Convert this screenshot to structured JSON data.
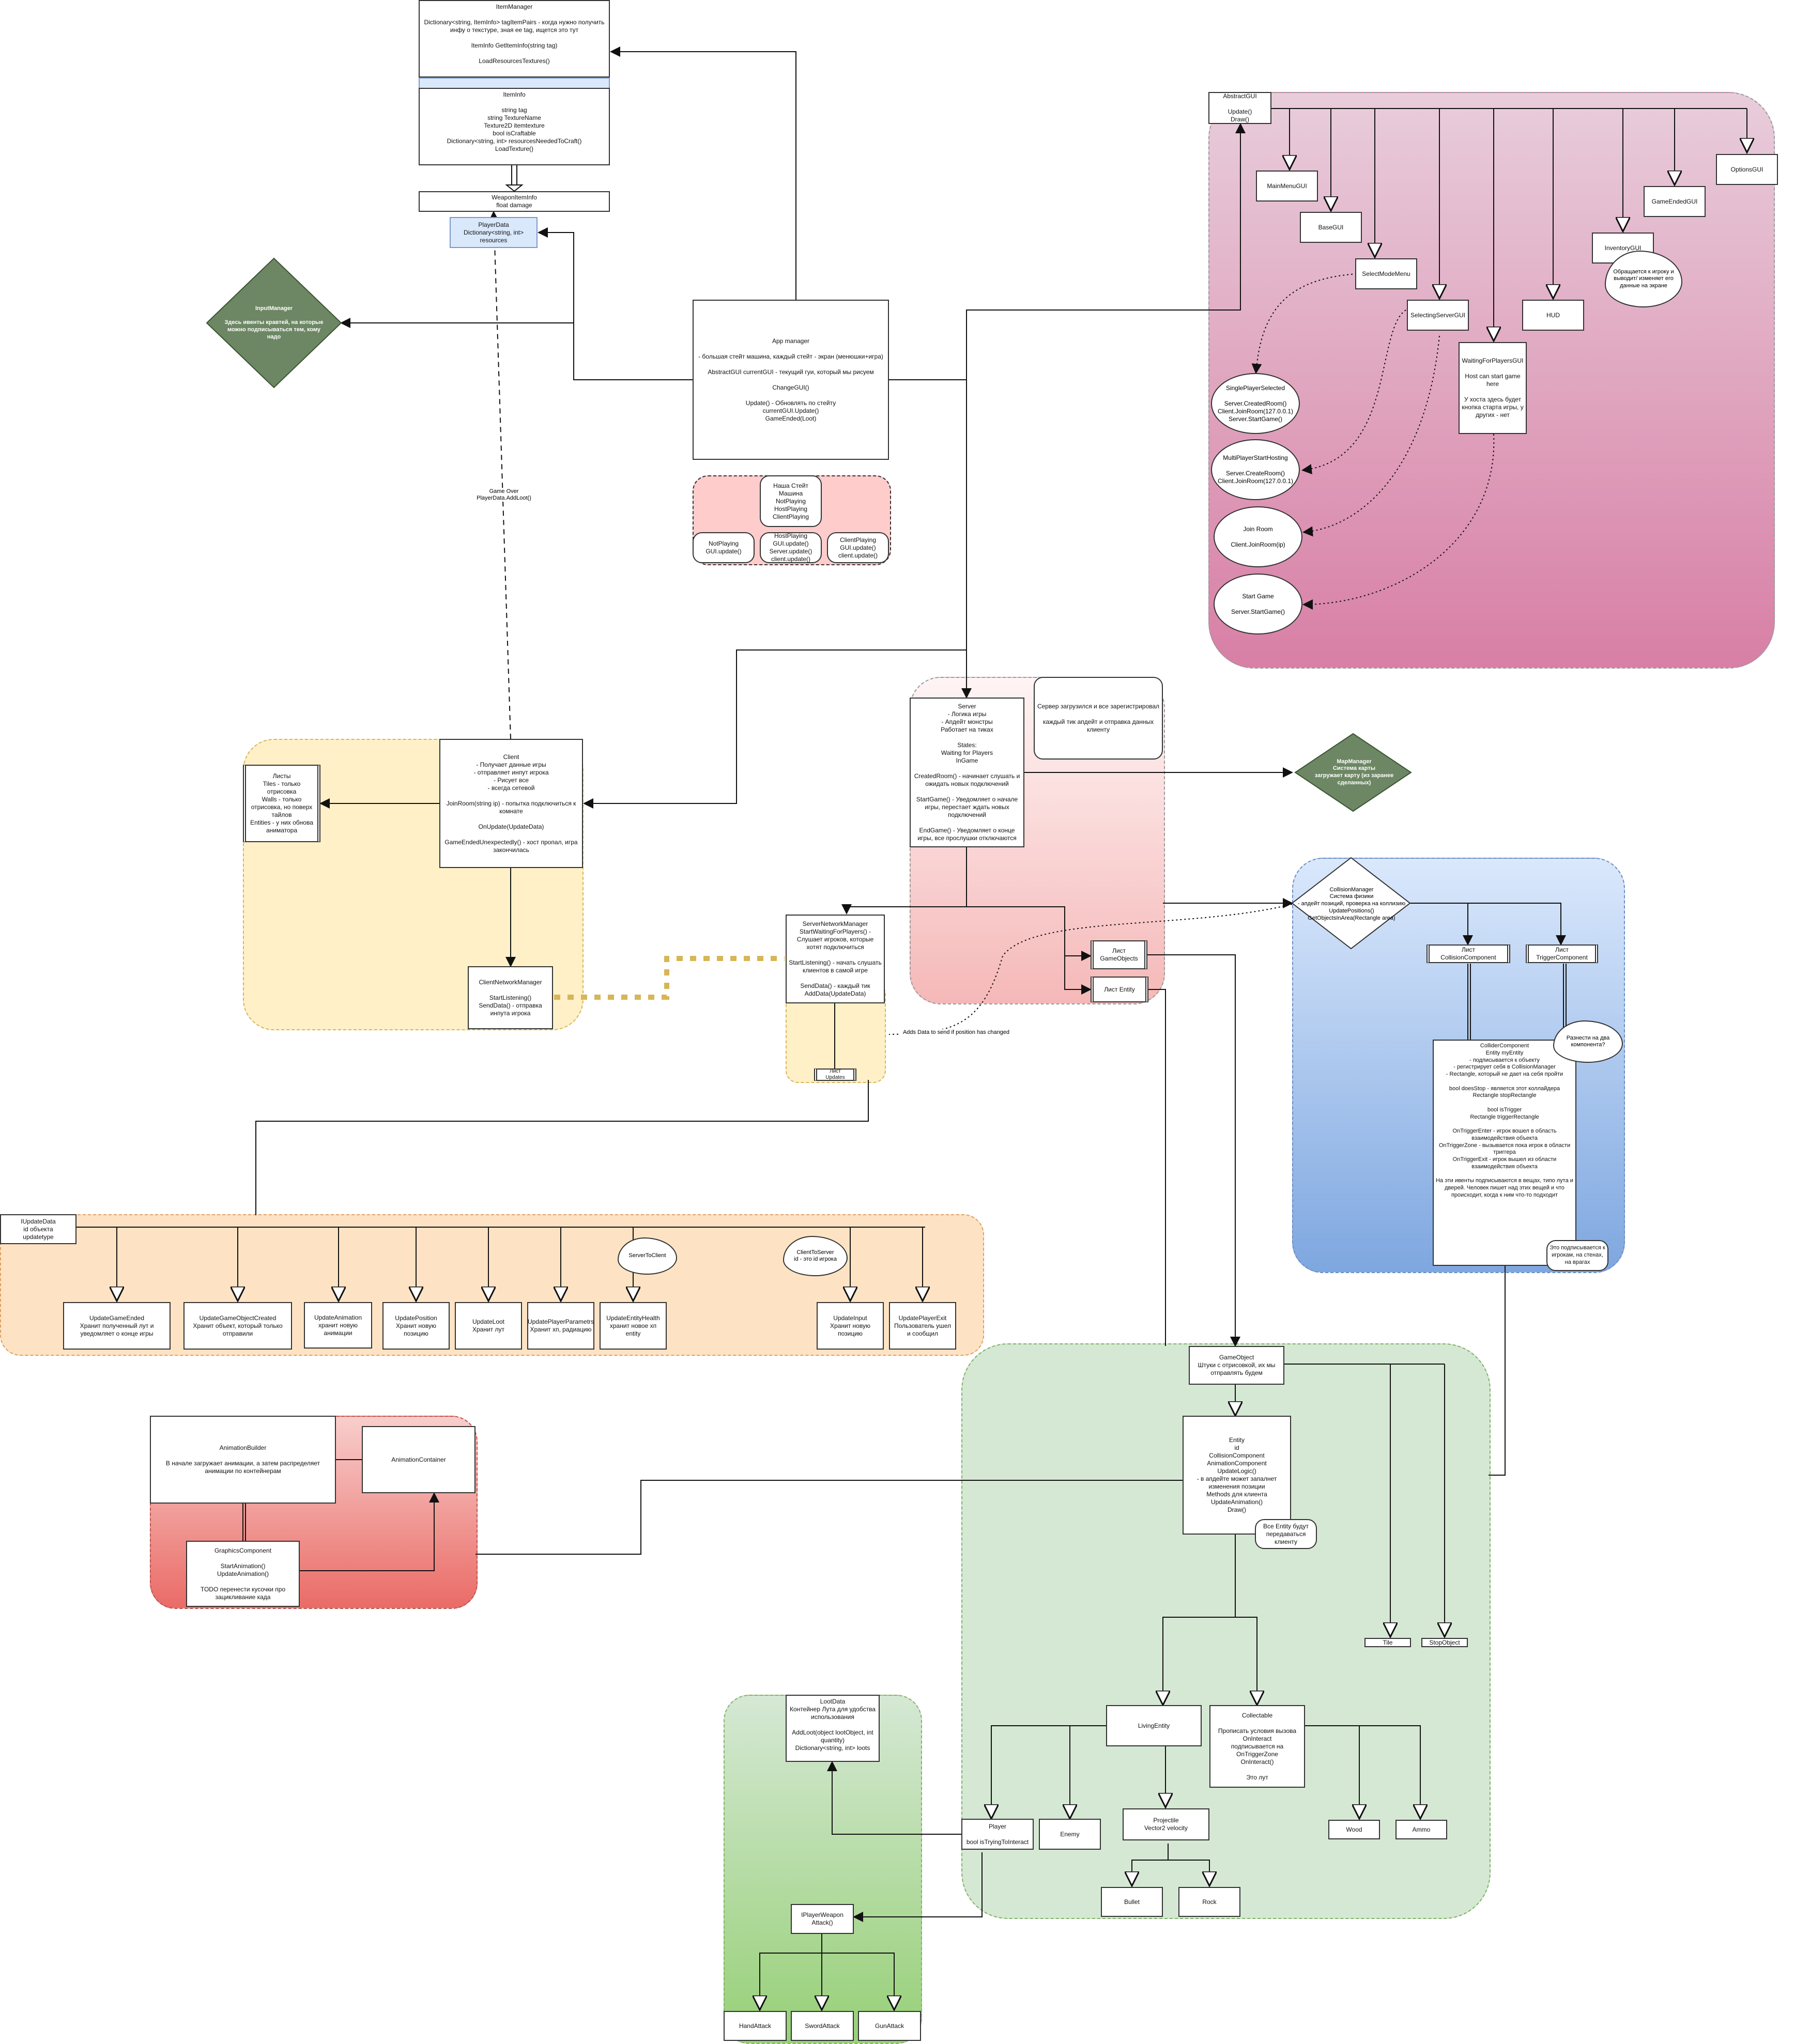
{
  "colors": {
    "gui_region": "#d87fa5",
    "server_region": "#f5b8b8",
    "client_region": "#fff0c8",
    "updates_region": "#fde3c4",
    "collision_region": "#7ea7e0",
    "entity_region": "#d5e8d4",
    "loot_region": "#97d077",
    "animation_region": "#ea6b66",
    "diamond_fill": "#6d8764",
    "blue_box": "#dae8fc",
    "state_fill": "#ffcccc",
    "dotted_link": "#d6b656"
  },
  "boxes": {
    "item_manager": "ItemManager\n\nDictionary<string, ItemInfo> tagItemPairs - когда нужно получить\nинфу о текстуре, зная ее tag, ищется это тут\n\nItemInfo GetItemInfo(string tag)\n\nLoadResourcesTextures()",
    "item_info": "ItemInfo\n\nstring tag\nstring TextureName\nTexture2D itemtexture\nbool isCraftable\nDictionary<string, int> resourcesNeededToCraft()\nLoadTexture()",
    "weapon_item_info": "WeaponItemInfo\nfloat damage",
    "player_data": "PlayerData\nDictionary<string, int>\nresources",
    "app_manager": "App manager\n\n- большая стейт машина, каждый стейт - экран (менюшки+игра)\n\nAbstractGUI currentGUI - текущий гуи, который мы рисуем\n\nChangeGUI()\n\nUpdate() - Обновлять по стейту\ncurrentGUI.Update()\nGameEnded(Loot)",
    "state_machine": "Наша Стейт Машина\nNotPlaying\nHostPlaying\nClientPlaying",
    "not_playing": "NotPlaying\nGUI.update()",
    "host_playing": "HostPlaying\nGUI.update()\nServer.update()\nclient.update()",
    "client_playing": "ClientPlaying\nGUI.update()\nclient.update()",
    "abstract_gui": "AbstractGUI\n\nUpdate()\nDraw()",
    "main_menu_gui": "MainMenuGUI",
    "base_gui": "BaseGUI",
    "select_mode_menu": "SelectModeMenu",
    "selecting_server_gui": "SelectingServerGUI",
    "waiting_for_players_gui": "WaitingForPlayersGUI\n\nHost can start game here\n\nУ хоста здесь будет кнопка старта игры, у других - нет",
    "hud": "HUD",
    "inventory_gui": "InventoryGUI",
    "game_ended_gui": "GameEndedGUI",
    "options_gui": "OptionsGUI",
    "server": "Server\n- Логика игры\n- Апдейт монстры\nРаботает на тиках\n\nStates:\nWaiting for Players\nInGame\n\nCreatedRoom() - начинает слушать и ожидать новых подключений\n\nStartGame() - Уведомляет о начале игры, перестает ждать новых подключений\n\nEndGame() - Уведомляет о конце игры, все прослушки отключаются",
    "server_note": "Сервер загрузился и все зарегистрировал\n\nкаждый тик апдейт и отправка данных клиенту",
    "client": "Client\n- Получает данные игры\n- отправляет инпут игрока\n- Рисует все\n- всегда сетевой\n\nJoinRoom(string ip) - попытка подключиться к комнате\n\nOnUpdate(UpdateData)\n\nGameEndedUnexpectedly() - хост пропал, игра закончилась",
    "client_lists": "Листы\nTiles - только отрисовка\nWalls - только отрисовка, но поверх тайлов\nEntities - у них обнова аниматора",
    "client_network_manager": "ClientNetworkManager\n\nStartListening()\nSendData() - отправка инпута игрока",
    "server_network_manager": "ServerNetworkManager\nStartWaitingForPlayers() - Слушает игроков, которые хотят подключиться\n\nStartListening() - начать слушать клиентов в самой игре\n\nSendData() - каждый тик\nAddData(UpdateData)",
    "list_game_objects": "Лист\nGameObjects",
    "list_entity": "Лист Entity",
    "list_updates": "Лист\nUpdates",
    "update_data": "IUpdateData\nid объекта\nupdatetype",
    "update_game_ended": "UpdateGameEnded\nХранит полученный лут и уведомляет о конце игры",
    "update_game_object_created": "UpdateGameObjectCreated\nХранит объект, который только отправили",
    "update_animation": "UpdateAnimation\nхранит новую анимации",
    "update_position": "UpdatePosition\nХранит новую позицию",
    "update_loot": "UpdateLoot\nХранит лут",
    "update_player_parameters": "UpdatePlayerParametrs\nХранит хп, радиацию",
    "update_entity_health": "UpdateEntityHealth\nхранит новое хп entity",
    "update_input": "UpdateInput\nХранит новую позицию",
    "update_player_exit": "UpdatePlayerExit\nПользователь ушел и сообщил",
    "list_collision_component": "Лист\nCollisionComponent",
    "list_trigger_component": "Лист\nTriggerComponent",
    "collider_component": "ColliderComponent\nEntity myEntity\n- подписывается к объекту\n- регистрирует себя в CollisionManager\n- Rectangle, который не дает на себя пройти\n\nbool doesStop - является этот коллайдера\nRectangle stopRectangle\n\nbool isTrigger\nRectangle triggerRectangle\n\nOnTriggerEnter - игрок вошел в область взаимодействия объекта\nOnTriggerZone - вызывается пока игрок в области триггера\nOnTriggerExit - игрок вышел из области взаимодействия объекта\n\nНа эти ивенты подписываются в вещах, типо лута и дверей. Человек пишет над этих вещей и что происходит, когда к ним что-то подходит",
    "game_object": "GameObject\nШтуки с отрисовкой, их мы отправлять будем",
    "entity": "Entity\nid\nCollisionComponent\nAnimationComponent\nUpdateLogic()\n- в апдейте может запалнет изменения позиции\nMethods для клиента\nUpdateAnimation()\nDraw()",
    "tile": "Tile",
    "stop_object": "StopObject",
    "living_entity": "LivingEntity",
    "collectable": "Collectable\n\nПрописать условия вызова OnInteract\nподписывается на OnTriggerZone\nOnInteract()\n\nЭто лут",
    "player": "Player\n\nbool isTryingToInteract",
    "enemy": "Enemy",
    "projectile": "Projectile\nVector2 velocity",
    "bullet": "Bullet",
    "rock": "Rock",
    "wood": "Wood",
    "ammo": "Ammo",
    "loot_data": "LootData\nКонтейнер Лута для удобства использования\n\nAddLoot(object lootObject, int quantity)\nDictionary<string, int> loots",
    "iplayer_weapon": "IPlayerWeapon\nAttack()",
    "hand_attack": "HandAttack",
    "sword_attack": "SwordAttack",
    "gun_attack": "GunAttack",
    "animation_builder": "AnimationBuilder\n\nВ начале загружает анимации, а затем распределяет анимации по контейнерам",
    "animation_container": "AnimationContainer",
    "graphics_component": "GraphicsComponent\n\nStartAnimation()\nUpdateAnimation()\n\nTODO перенести кусочки про зацикливание када"
  },
  "ellipses": {
    "single_player_selected": "SinglePlayerSelected\n\nServer.CreatedRoom()\nClient.JoinRoom(127.0.0.1)\nServer.StartGame()",
    "multiplayer_start_hosting": "MultiPlayerStartHosting\n\nServer.CreateRoom()\nClient.JoinRoom(127.0.0.1)",
    "join_room": "Join Room\n\nClient.JoinRoom(ip)",
    "start_game": "Start Game\n\nServer.StartGame()"
  },
  "diamonds": {
    "input_manager": "InputManager\n\nЗдесь ивенты кравтей, на которые можно подписываться тем, кому надо",
    "map_manager": "MapManager\nСистема карты\nзагружает карту (из заранее сделанных)",
    "collision_manager": "CollisionManager\nСистема физики\n- апдейт позиций, проверка на коллизию\nUpdatePositions()\nGetObjectsInArea(Rectangle area)"
  },
  "clouds": {
    "inventory_note": "Обращается к игроку и выводит/ изменяет его данные на экране",
    "server_to_client": "ServerToClient",
    "client_to_server": "ClientToServer\nid - это id игрока",
    "divide_components": "Разнести на два компонента?",
    "subscribe_note": "Это подписывается к игрокам, на стенах, на врагах"
  },
  "notes": {
    "all_entity_note": "Все Entity будут передаваться клиенту"
  },
  "edge_labels": {
    "game_over": "Game Over\nPlayerData.AddLoot()",
    "adds_data": "Adds Data to send if position has changed"
  }
}
